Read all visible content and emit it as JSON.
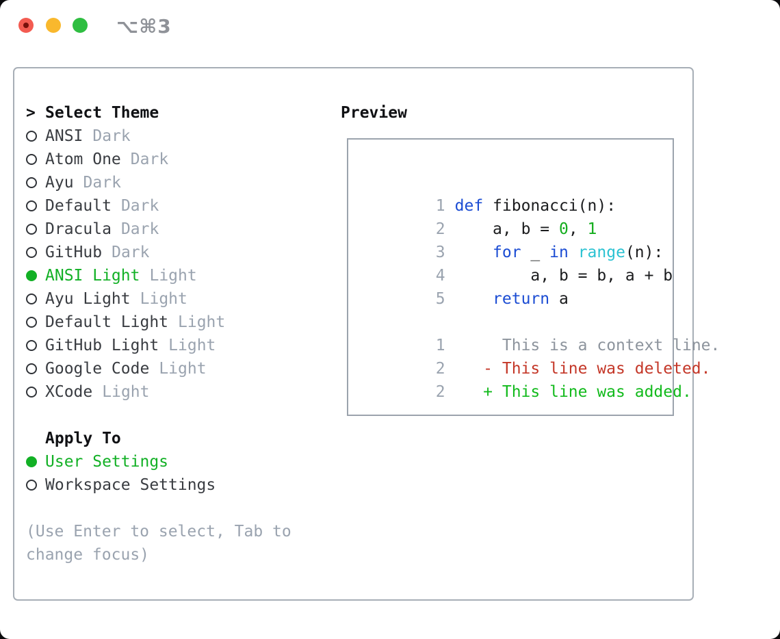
{
  "window": {
    "title": "⌥⌘3"
  },
  "theme_picker": {
    "header_marker": ">",
    "header": "Select Theme",
    "items": [
      {
        "label": "ANSI",
        "tag": "Dark",
        "selected": false
      },
      {
        "label": "Atom One",
        "tag": "Dark",
        "selected": false
      },
      {
        "label": "Ayu",
        "tag": "Dark",
        "selected": false
      },
      {
        "label": "Default",
        "tag": "Dark",
        "selected": false
      },
      {
        "label": "Dracula",
        "tag": "Dark",
        "selected": false
      },
      {
        "label": "GitHub",
        "tag": "Dark",
        "selected": false
      },
      {
        "label": "ANSI Light",
        "tag": "Light",
        "selected": true
      },
      {
        "label": "Ayu Light",
        "tag": "Light",
        "selected": false
      },
      {
        "label": "Default Light",
        "tag": "Light",
        "selected": false
      },
      {
        "label": "GitHub Light",
        "tag": "Light",
        "selected": false
      },
      {
        "label": "Google Code",
        "tag": "Light",
        "selected": false
      },
      {
        "label": "XCode",
        "tag": "Light",
        "selected": false
      }
    ],
    "apply_to": {
      "header": "Apply To",
      "options": [
        {
          "label": "User Settings",
          "selected": true
        },
        {
          "label": "Workspace Settings",
          "selected": false
        }
      ]
    },
    "hint_line1": "(Use Enter to select, Tab to",
    "hint_line2": "change focus)"
  },
  "preview": {
    "header": "Preview",
    "code_lines": [
      {
        "num": "1",
        "tokens": [
          {
            "t": " ",
            "c": "plain"
          },
          {
            "t": "def",
            "c": "kw"
          },
          {
            "t": " fibonacci(n):",
            "c": "plain"
          }
        ]
      },
      {
        "num": "2",
        "tokens": [
          {
            "t": "     ",
            "c": "plain"
          },
          {
            "t": "a, b = ",
            "c": "plain"
          },
          {
            "t": "0",
            "c": "num"
          },
          {
            "t": ", ",
            "c": "plain"
          },
          {
            "t": "1",
            "c": "num"
          }
        ]
      },
      {
        "num": "3",
        "tokens": [
          {
            "t": "     ",
            "c": "plain"
          },
          {
            "t": "for",
            "c": "kw"
          },
          {
            "t": " _ ",
            "c": "plain"
          },
          {
            "t": "in",
            "c": "kw"
          },
          {
            "t": " ",
            "c": "plain"
          },
          {
            "t": "range",
            "c": "fn"
          },
          {
            "t": "(n):",
            "c": "plain"
          }
        ]
      },
      {
        "num": "4",
        "tokens": [
          {
            "t": "         ",
            "c": "plain"
          },
          {
            "t": "a, b = b, a + b",
            "c": "plain"
          }
        ]
      },
      {
        "num": "5",
        "tokens": [
          {
            "t": "     ",
            "c": "plain"
          },
          {
            "t": "return",
            "c": "kw"
          },
          {
            "t": " a",
            "c": "plain"
          }
        ]
      },
      {
        "num": "1",
        "tokens": [
          {
            "t": "      ",
            "c": "plain"
          },
          {
            "t": "This is a context line.",
            "c": "ctx"
          }
        ]
      },
      {
        "num": "2",
        "tokens": [
          {
            "t": "    ",
            "c": "plain"
          },
          {
            "t": "- This line was deleted.",
            "c": "del"
          }
        ]
      },
      {
        "num": "2",
        "tokens": [
          {
            "t": "    ",
            "c": "plain"
          },
          {
            "t": "+ This line was added.",
            "c": "add"
          }
        ]
      }
    ]
  },
  "colors": {
    "accent_green": "#12b025",
    "keyword_blue": "#1b4cd3",
    "function_cyan": "#2bc2d2",
    "deleted_red": "#c43728",
    "added_green": "#12ba1c",
    "muted_gray": "#9aa3af",
    "traffic_red": "#f35b51",
    "traffic_yellow": "#f9b82d",
    "traffic_green": "#2fbe41"
  }
}
